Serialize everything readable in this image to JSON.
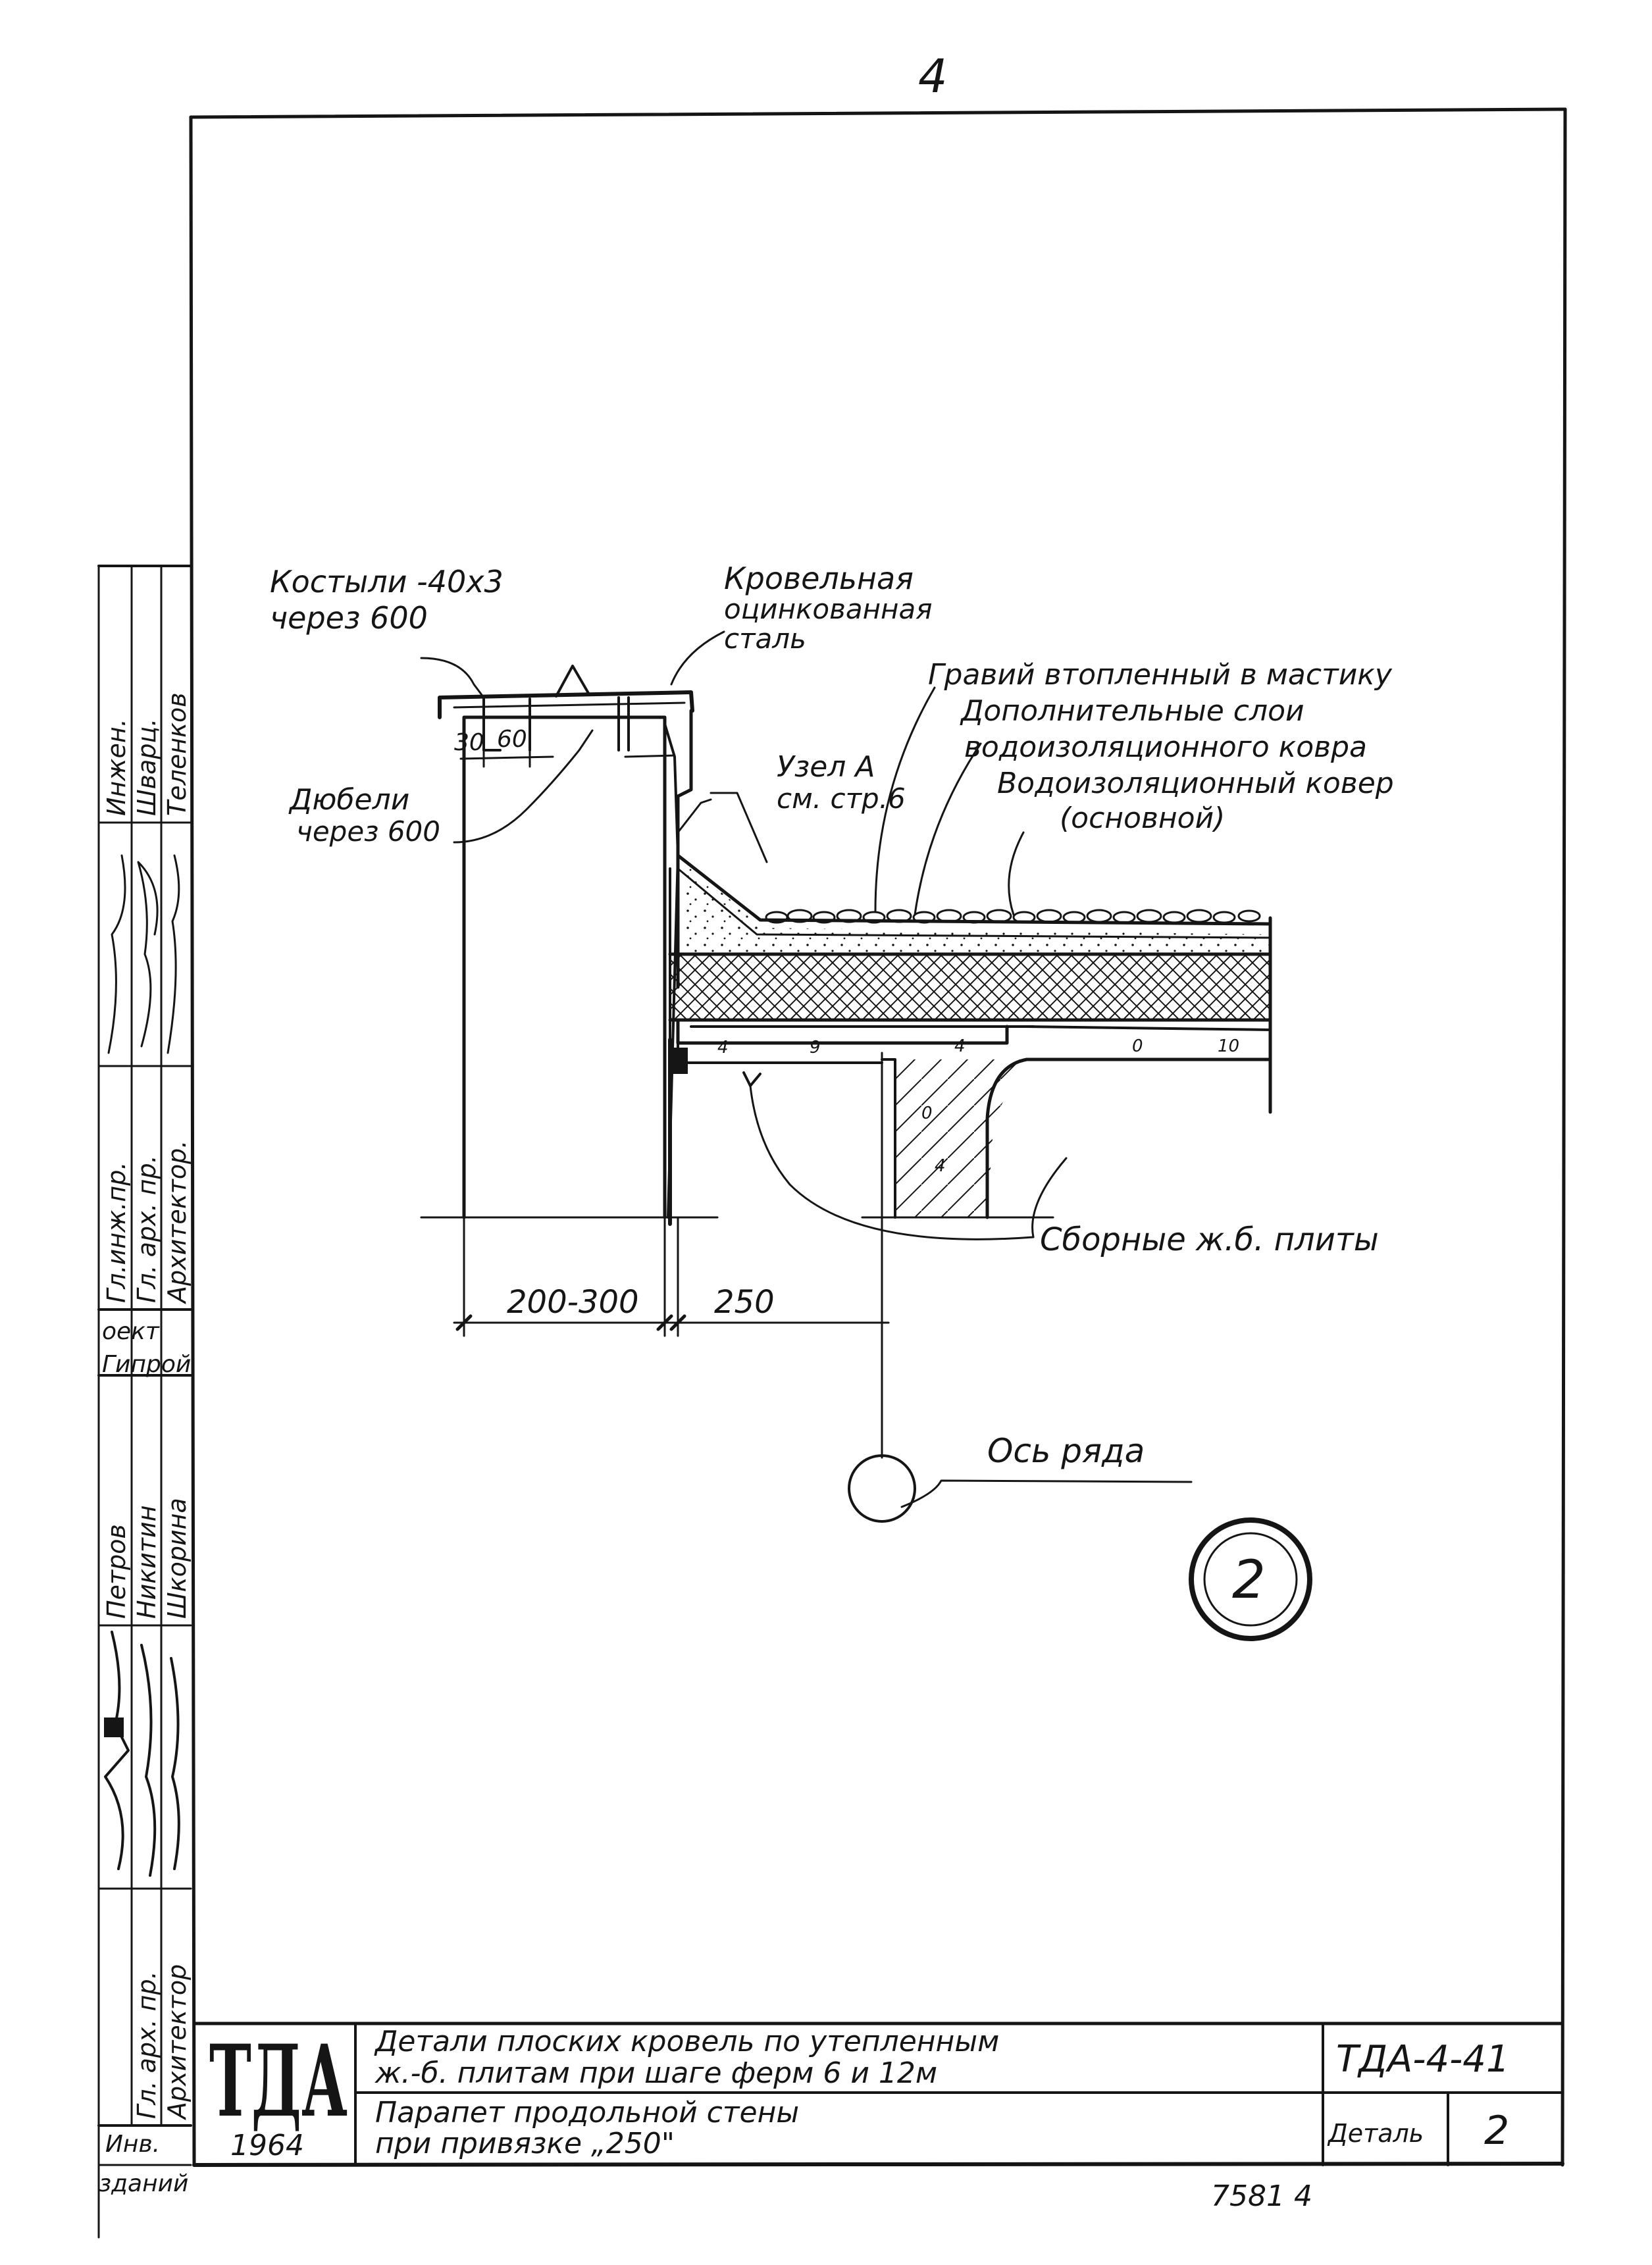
{
  "sheet": {
    "page_number": "4",
    "bottom_mark": "7581  4"
  },
  "labels": {
    "crutches": [
      "Костыли -40x3",
      "через 600"
    ],
    "roof_steel": [
      "Кровельная",
      "оцинкованная",
      "сталь"
    ],
    "gravel": "Гравий втопленный в мастику",
    "extra_layers": [
      "Дополнительные слои",
      "водоизоляционного ковра"
    ],
    "main_carpet": [
      "Водоизоляционный ковер",
      "(основной)"
    ],
    "node_a": [
      "Узел А",
      "см. стр.6"
    ],
    "dowels": [
      "Дюбели",
      "через 600"
    ],
    "dim_30": "30",
    "dim_60": "60",
    "slabs": "Сборные ж.б. плиты",
    "dim_wall": "200-300",
    "dim_250": "250",
    "axis": "Ось ряда",
    "detail_circle": "2"
  },
  "side_stamp": {
    "col1": [
      "Инжен.",
      "Шварц.",
      "Теленков"
    ],
    "col2": [
      "Гл.инж.пр.",
      "Гл. арх. пр.",
      "Архитектор."
    ],
    "col3": [
      "Гипрой",
      "оект"
    ],
    "col4": [
      "Петров",
      "Никитин",
      "Шкорина"
    ],
    "col5": [
      "Гл. арх. пр.",
      "Архитектор"
    ],
    "col6": [
      "Инв.",
      "зданий"
    ]
  },
  "title_block": {
    "logo": "ТДА",
    "year": "1964",
    "title_line1": "Детали плоских кровель по утепленным",
    "title_line2": "ж.-б. плитам при шаге ферм 6 и 12м",
    "subtitle_line1": "Парапет продольной стены",
    "subtitle_line2": "при привязке „250\"",
    "code": "ТДА-4-41",
    "detail_label": "Деталь",
    "detail_number": "2"
  }
}
